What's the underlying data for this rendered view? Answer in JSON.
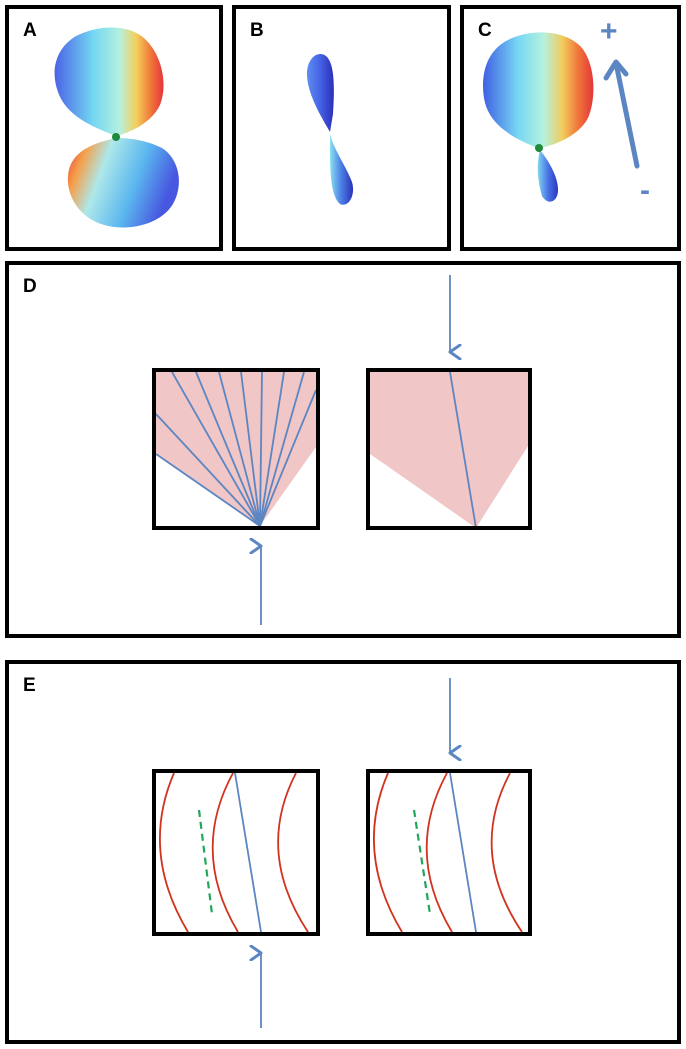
{
  "panels": {
    "a": {
      "label": "A"
    },
    "b": {
      "label": "B"
    },
    "c": {
      "label": "C",
      "plus_sign": "+",
      "minus_sign": "-"
    },
    "d": {
      "label": "D"
    },
    "e": {
      "label": "E"
    }
  },
  "colors": {
    "frame": "#000000",
    "arrow": "#5b86c2",
    "ray": "#5b86c2",
    "cone_fill": "#f1c6c7",
    "wavefront": "#d2331f",
    "dashed_line": "#22a65a"
  }
}
